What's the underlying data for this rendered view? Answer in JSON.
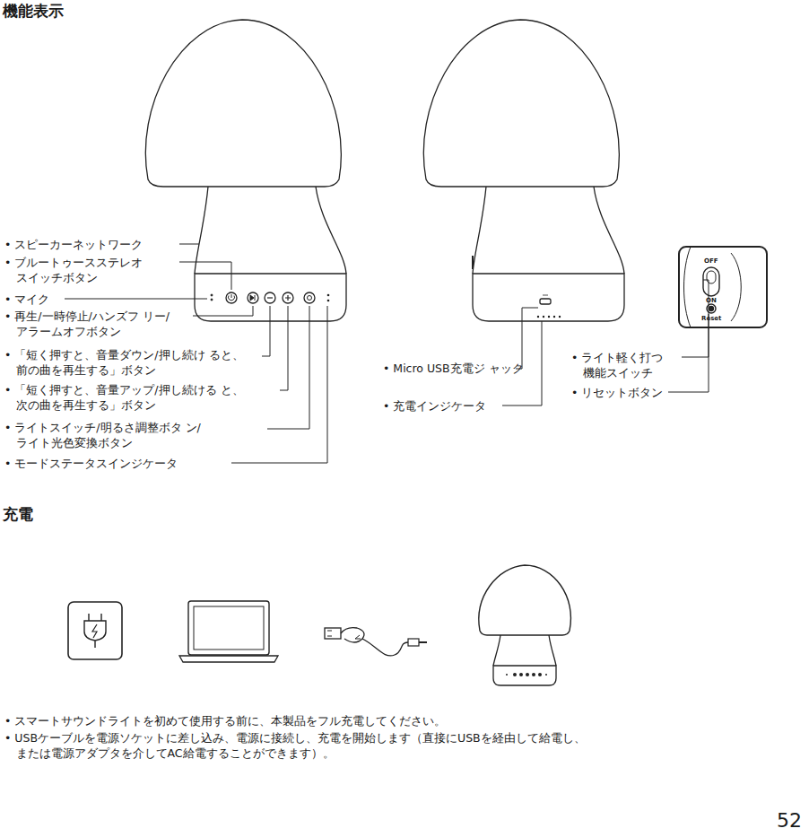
{
  "diagram": {
    "title": "機能表示",
    "labels": [
      "• スピーカーネットワーク",
      "• ブルートゥースステレオ スイッチボタン",
      "• マイク",
      "• 再生/一時停止/ハンズフ リー/アラームオフボタン",
      "• 「短く押すと、音量ダウン/押し続け ると、前の曲を再生する」ボタン",
      "• 「短く押すと、音量アップ/押し続ける と、次の曲を再生する」ボタン",
      "• ライトスイッチ/明るさ調整ボタ ン/ライト光色変換ボタン",
      "• モードステータスインジケータ",
      "• Micro USB充電ジ ャック",
      "• 充電インジケータ",
      "• ライト軽く打つ 機能スイッチ",
      "• リセットボタン",
      "OFF",
      "ON",
      "Reset",
      "充電",
      "• スマートサウンドライトを初めて使用する前に、本製品をフル充電してください。",
      "• USBケーブルを電源ソケットに差し込み、電源に接続し、充電を開始します（直接にUSBを経由して給電し、 または電源アダプタを介してAC給電することができます）。",
      "52"
    ]
  }
}
